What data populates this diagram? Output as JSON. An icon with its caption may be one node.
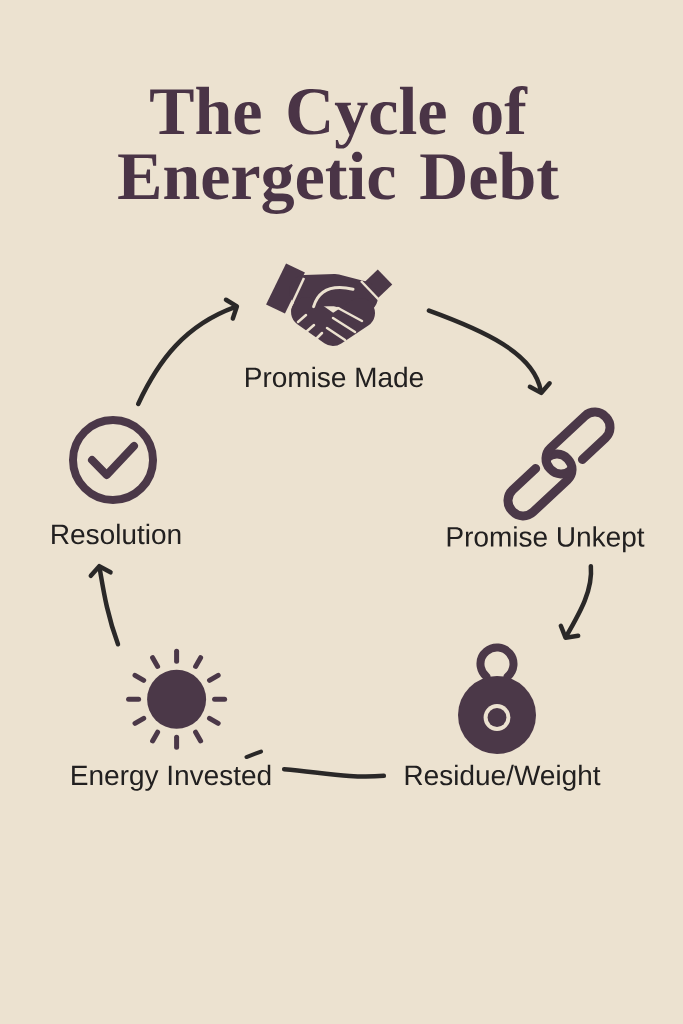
{
  "diagram": {
    "title": "The Cycle of Energetic Debt",
    "nodes": [
      {
        "text": [
          "Promise Made"
        ]
      },
      {
        "text": [
          "Resolution"
        ]
      },
      {
        "text": [
          "Promise Unkept"
        ]
      },
      {
        "text": [
          "Energy Invested"
        ]
      },
      {
        "text": [
          "Residue/Weight"
        ]
      }
    ],
    "edges": [
      {
        "from": 0,
        "to": 2,
        "arrow": "to"
      },
      {
        "from": 2,
        "to": 4,
        "arrow": "to"
      },
      {
        "from": 4,
        "to": 3,
        "arrow": "none"
      },
      {
        "from": 3,
        "to": 1,
        "arrow": "to"
      },
      {
        "from": 1,
        "to": 0,
        "arrow": "to"
      }
    ]
  }
}
